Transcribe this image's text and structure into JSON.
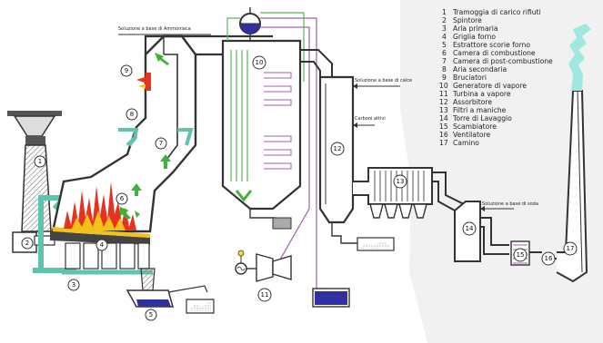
{
  "annotations": {
    "ammonia": "Soluzione a base di Ammoniaca",
    "lime": "Soluzione a base di calce",
    "carbon": "Carboni attivi",
    "soda": "Soluzione a base di soda"
  },
  "legend": [
    {
      "n": "1",
      "text": "Tramoggia di carico rifiuti"
    },
    {
      "n": "2",
      "text": "Spintore"
    },
    {
      "n": "3",
      "text": "Aria primaria"
    },
    {
      "n": "4",
      "text": "Griglia forno"
    },
    {
      "n": "5",
      "text": "Estrattore scorie forno"
    },
    {
      "n": "6",
      "text": "Camera di combustione"
    },
    {
      "n": "7",
      "text": "Camera di post-combustione"
    },
    {
      "n": "8",
      "text": "Aria secondaria"
    },
    {
      "n": "9",
      "text": "Bruciatori"
    },
    {
      "n": "10",
      "text": "Generatore di vapore"
    },
    {
      "n": "11",
      "text": "Turbina a vapore"
    },
    {
      "n": "12",
      "text": "Assorbitore"
    },
    {
      "n": "13",
      "text": "Filtri a maniche"
    },
    {
      "n": "14",
      "text": "Torre di Lavaggio"
    },
    {
      "n": "15",
      "text": "Scambiatore"
    },
    {
      "n": "16",
      "text": "Ventilatore"
    },
    {
      "n": "17",
      "text": "Camino"
    }
  ],
  "markers": [
    "1",
    "2",
    "3",
    "4",
    "5",
    "6",
    "7",
    "8",
    "9",
    "10",
    "11",
    "12",
    "13",
    "14",
    "15",
    "16",
    "17"
  ],
  "colors": {
    "outline": "#3a3a3a",
    "teal": "#5ec4b0",
    "green": "#3cb43c",
    "flame_red": "#e8321e",
    "flame_yellow": "#f2c21a",
    "steam_green": "#5ab45a",
    "pipe_purple": "#a060b0",
    "tank_blue": "#3030a0",
    "smoke": "#9ee8e0"
  }
}
